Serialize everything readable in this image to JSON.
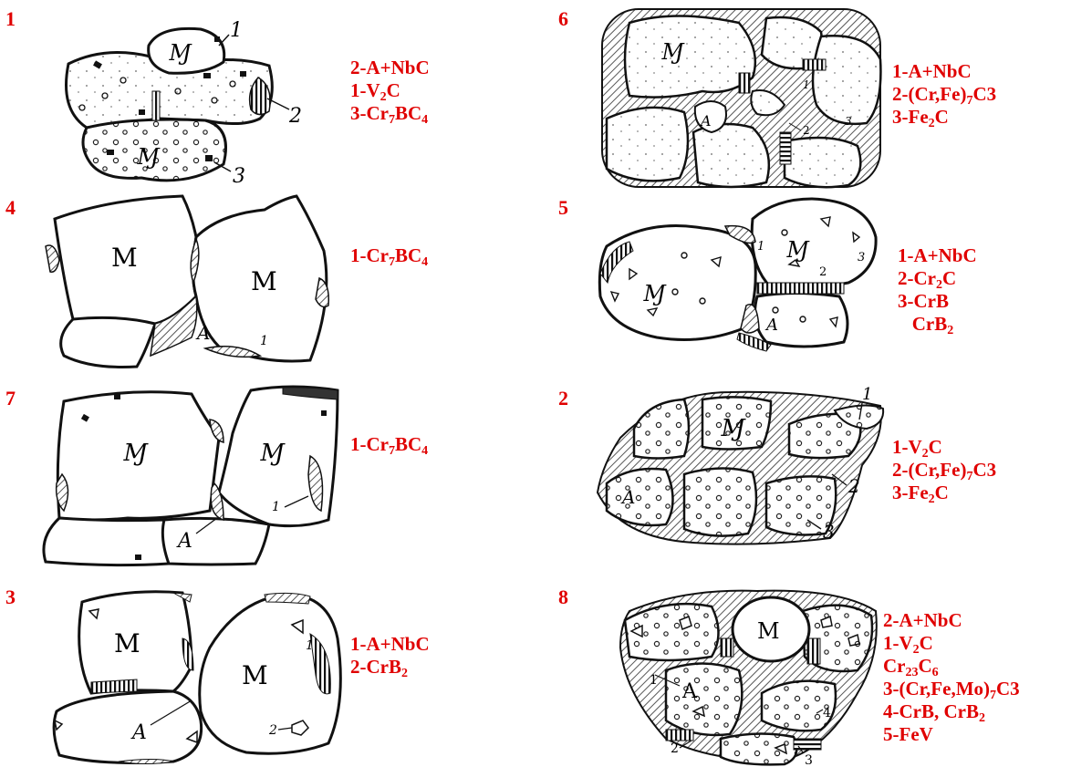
{
  "colors": {
    "label": "#e00000",
    "line": "#111111",
    "hatch": "#777777"
  },
  "panels": [
    {
      "number": "1",
      "labels": [
        {
          "text": "2-A+NbC",
          "sub": ""
        },
        {
          "text": "1-V",
          "sub": "2",
          "rest": "C"
        },
        {
          "text": "3-Cr",
          "sub": "7",
          "rest": "BC",
          "sub2": "4"
        }
      ],
      "drawing": {
        "grain_a": "Ɱ",
        "grain_b": "Ɱ",
        "c1": "1",
        "c2": "2",
        "c3": "3"
      }
    },
    {
      "number": "4",
      "labels": [
        {
          "text": "1-Cr",
          "sub": "7",
          "rest": "BC",
          "sub2": "4"
        }
      ],
      "drawing": {
        "grain_a": "M",
        "grain_b": "M",
        "austenite": "A",
        "c1": "1"
      }
    },
    {
      "number": "7",
      "labels": [
        {
          "text": "1-Cr",
          "sub": "7",
          "rest": "BC",
          "sub2": "4"
        }
      ],
      "drawing": {
        "grain_a": "Ɱ",
        "grain_b": "Ɱ",
        "austenite": "A",
        "c1": "1"
      }
    },
    {
      "number": "3",
      "labels": [
        {
          "text": "1-A+NbC",
          "sub": ""
        },
        {
          "text": "2-CrB",
          "sub": "2"
        }
      ],
      "drawing": {
        "grain_a": "M",
        "grain_b": "M",
        "austenite": "A",
        "c1": "1",
        "c2": "2"
      }
    },
    {
      "number": "6",
      "labels": [
        {
          "text": "1-A+NbC",
          "sub": ""
        },
        {
          "text": "2-(Cr,Fe)",
          "sub": "7",
          "rest": "C3"
        },
        {
          "text": "3-Fe",
          "sub": "2",
          "rest": "C"
        }
      ],
      "drawing": {
        "grain_a": "Ɱ",
        "austenite": "A",
        "c1": "1",
        "c2": "2",
        "c3": "3"
      }
    },
    {
      "number": "5",
      "labels": [
        {
          "text": "1-A+NbC",
          "sub": ""
        },
        {
          "text": "2-Cr",
          "sub": "2",
          "rest": "C"
        },
        {
          "text": "3-CrB",
          "sub": ""
        },
        {
          "text": "   CrB",
          "sub": "2"
        }
      ],
      "drawing": {
        "grain_a": "Ɱ",
        "grain_b": "Ɱ",
        "austenite": "A",
        "c1": "1",
        "c2": "2",
        "c3": "3"
      }
    },
    {
      "number": "2",
      "labels": [
        {
          "text": "1-V",
          "sub": "2",
          "rest": "C"
        },
        {
          "text": "2-(Cr,Fe)",
          "sub": "7",
          "rest": "C3"
        },
        {
          "text": "3-Fe",
          "sub": "2",
          "rest": "C"
        }
      ],
      "drawing": {
        "grain_a": "Ɱ",
        "austenite": "A",
        "c1": "1",
        "c2": "2",
        "c3": "3"
      }
    },
    {
      "number": "8",
      "labels": [
        {
          "text": "2-A+NbC",
          "sub": ""
        },
        {
          "text": "1-V",
          "sub": "2",
          "rest": "C"
        },
        {
          "text": "Cr",
          "sub": "23",
          "rest": "C",
          "sub2": "6"
        },
        {
          "text": "3-(Cr,Fe,Mo)",
          "sub": "7",
          "rest": "C3"
        },
        {
          "text": "4-CrB, CrB",
          "sub": "2"
        },
        {
          "text": "5-FeV",
          "sub": ""
        }
      ],
      "drawing": {
        "grain_a": "M",
        "austenite": "A",
        "c1": "1",
        "c2": "2",
        "c3": "3",
        "c4": "4"
      }
    }
  ]
}
